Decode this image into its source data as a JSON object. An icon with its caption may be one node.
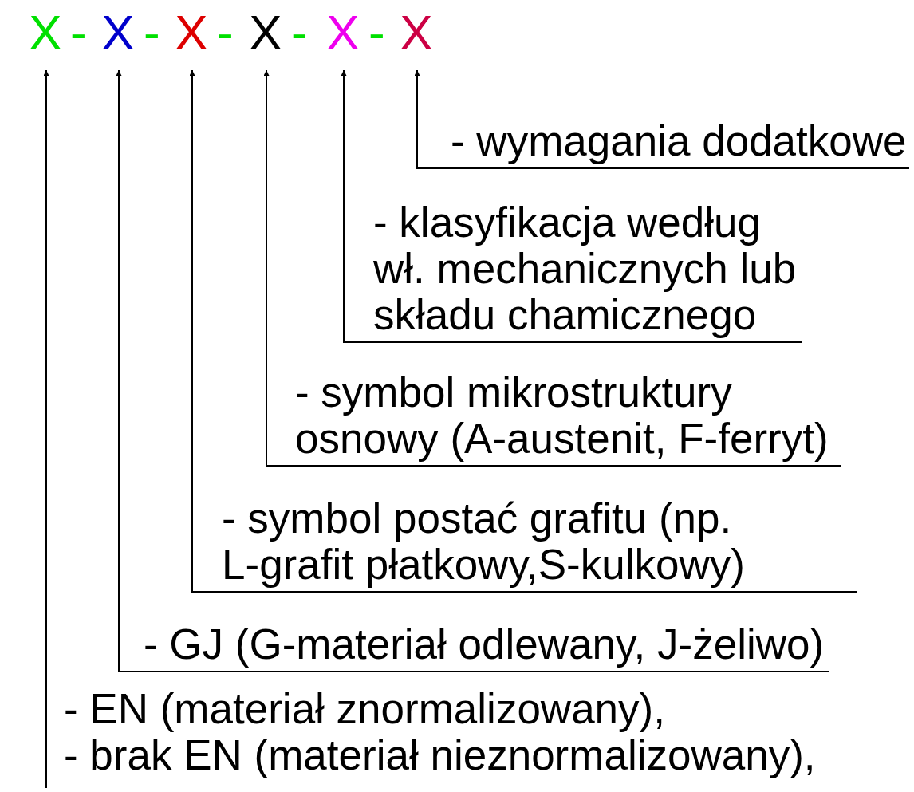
{
  "diagram": {
    "nodes": [
      {
        "text": [
          "X"
        ]
      },
      {
        "text": [
          "X"
        ]
      },
      {
        "text": [
          "X"
        ]
      },
      {
        "text": [
          "X"
        ]
      },
      {
        "text": [
          "X"
        ]
      },
      {
        "text": [
          "X"
        ]
      },
      {
        "text": [
          "- wymagania dodatkowe"
        ]
      },
      {
        "text": [
          "- klasyfikacja według wł. mechanicznych lub składu chamicznego"
        ]
      },
      {
        "text": [
          "- symbol mikrostruktury osnowy (A-austenit, F-ferryt)"
        ]
      },
      {
        "text": [
          "- symbol postać grafitu (np. L-grafit płatkowy,S-kulkowy)"
        ]
      },
      {
        "text": [
          "- GJ (G-materiał odlewany, J-żeliwo)"
        ]
      },
      {
        "text": [
          "- EN (materiał znormalizowany),",
          "- brak EN (materiał nieznormalizowany),"
        ]
      }
    ],
    "edges": [
      {
        "from": 6,
        "to": 5,
        "arrow": "to"
      },
      {
        "from": 7,
        "to": 4,
        "arrow": "to"
      },
      {
        "from": 8,
        "to": 3,
        "arrow": "to"
      },
      {
        "from": 9,
        "to": 2,
        "arrow": "to"
      },
      {
        "from": 10,
        "to": 1,
        "arrow": "to"
      },
      {
        "from": 11,
        "to": 0,
        "arrow": "to"
      }
    ],
    "labels": [
      "-",
      "-",
      "-",
      "-",
      "-"
    ]
  }
}
